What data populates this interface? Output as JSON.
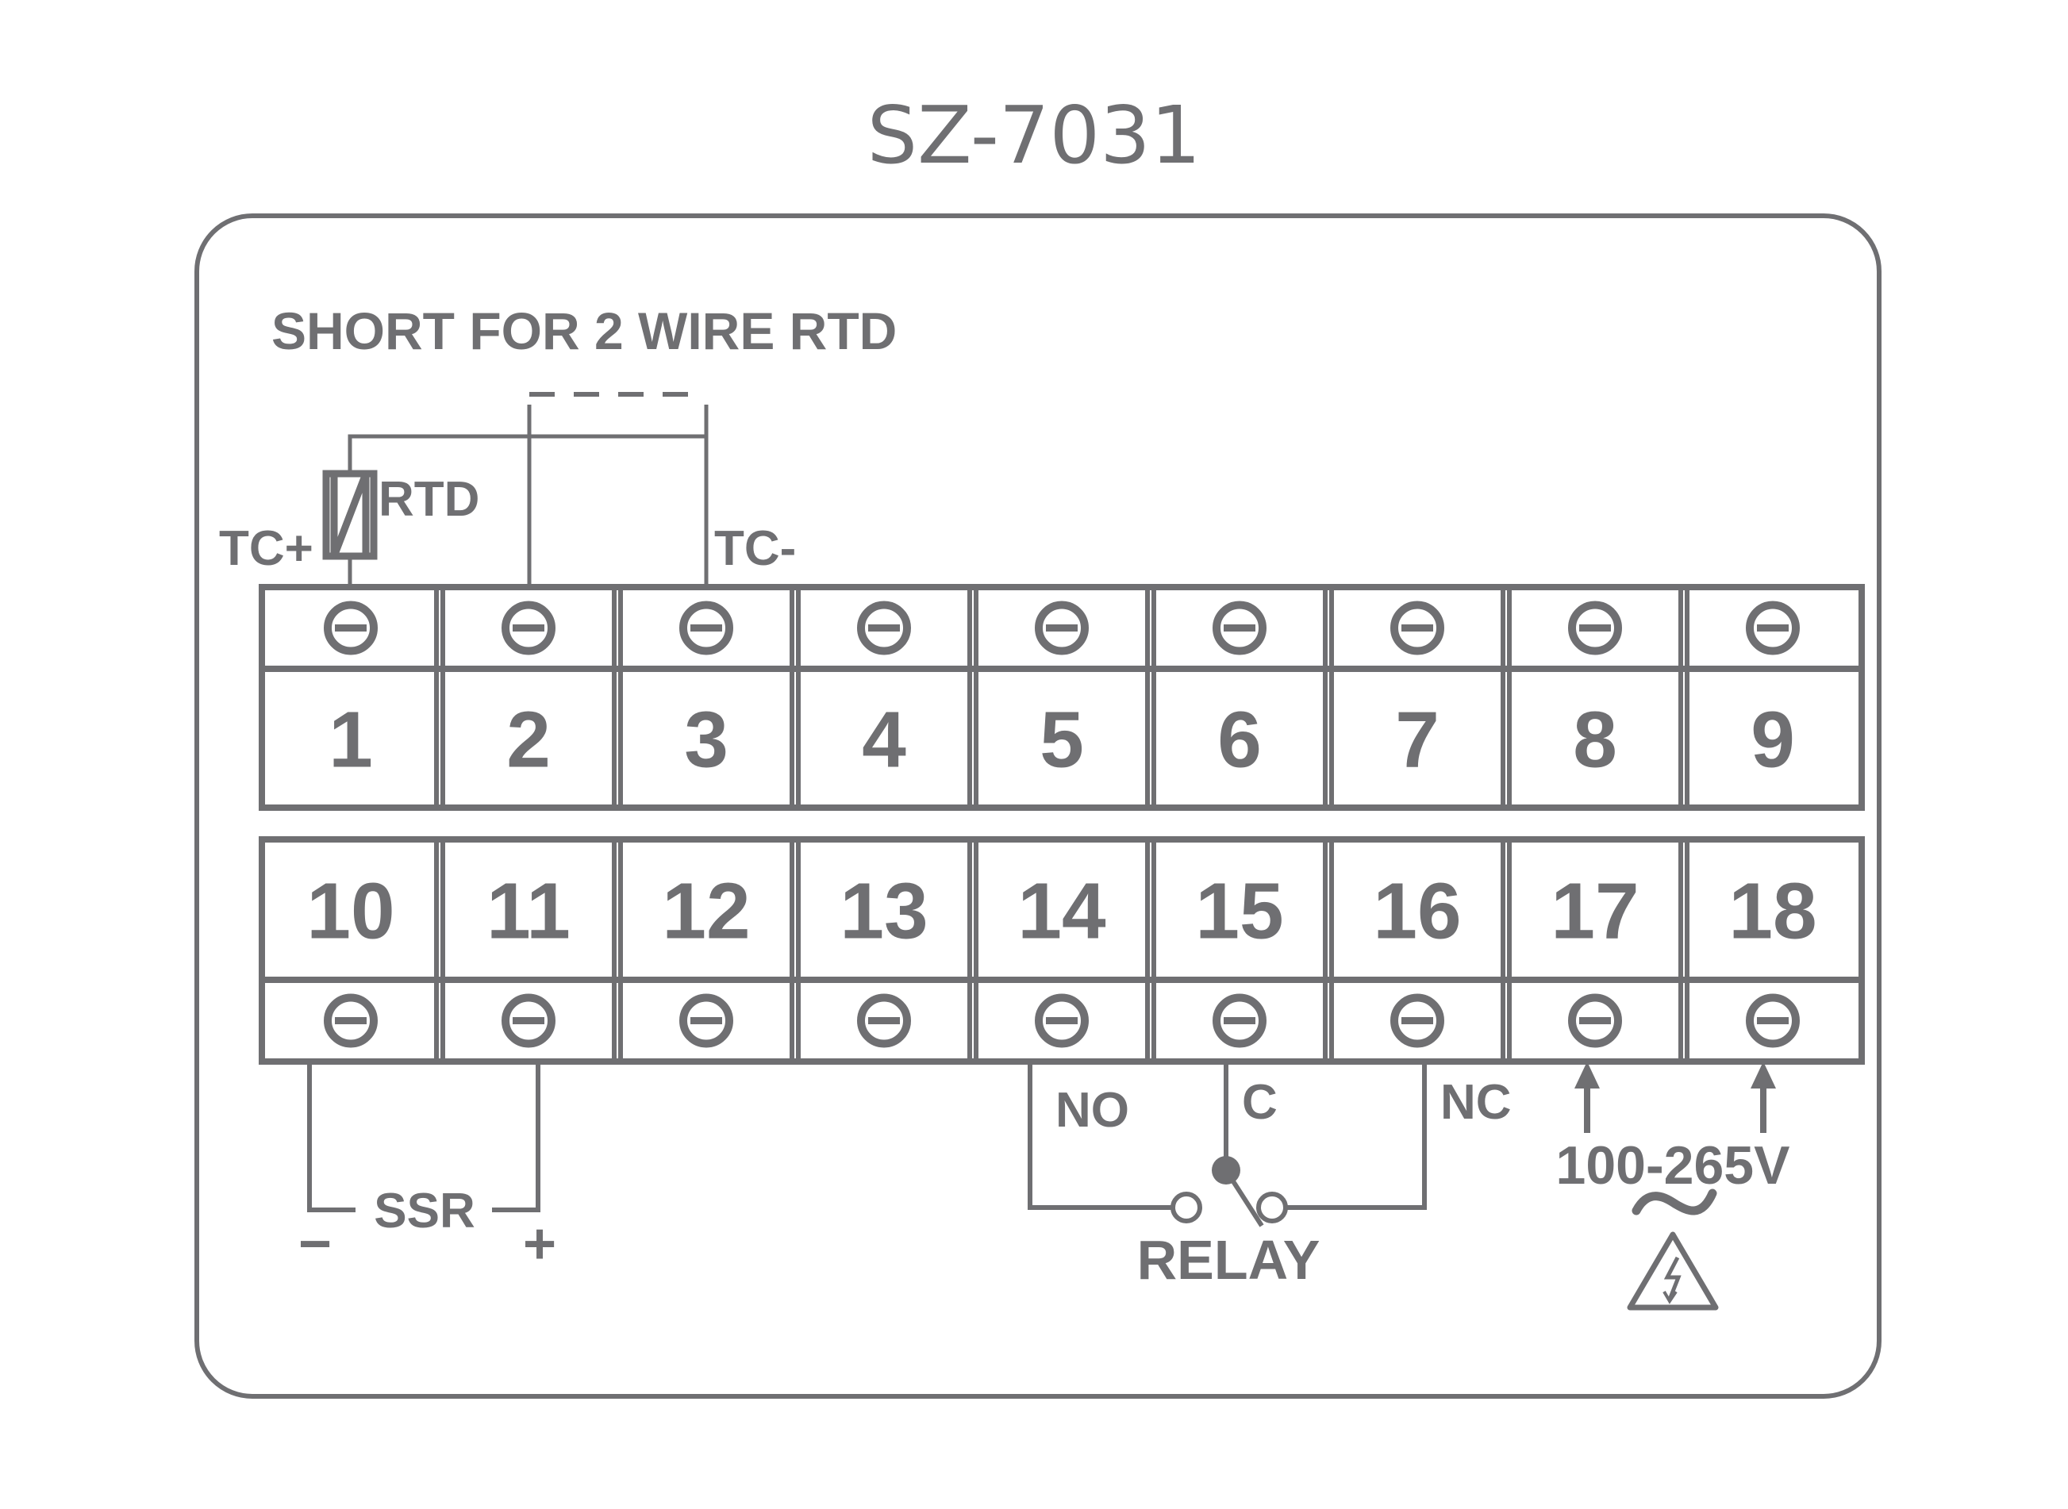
{
  "model": "SZ-7031",
  "short_note": "SHORT FOR 2 WIRE RTD",
  "rtd_label": "RTD",
  "tc_plus": "TC+",
  "tc_minus": "TC-",
  "top_terminals": [
    "1",
    "2",
    "3",
    "4",
    "5",
    "6",
    "7",
    "8",
    "9"
  ],
  "bottom_terminals": [
    "10",
    "11",
    "12",
    "13",
    "14",
    "15",
    "16",
    "17",
    "18"
  ],
  "ssr": {
    "label": "SSR",
    "minus": "−",
    "plus": "+"
  },
  "relay": {
    "label": "RELAY",
    "no": "NO",
    "c": "C",
    "nc": "NC"
  },
  "power": {
    "voltage": "100-265V",
    "ac_symbol": "~"
  },
  "icons": {
    "warning": "high-voltage-warning-icon",
    "screw": "screw-terminal-icon"
  },
  "colors": {
    "line": "#6f6f72",
    "background": "#ffffff"
  }
}
